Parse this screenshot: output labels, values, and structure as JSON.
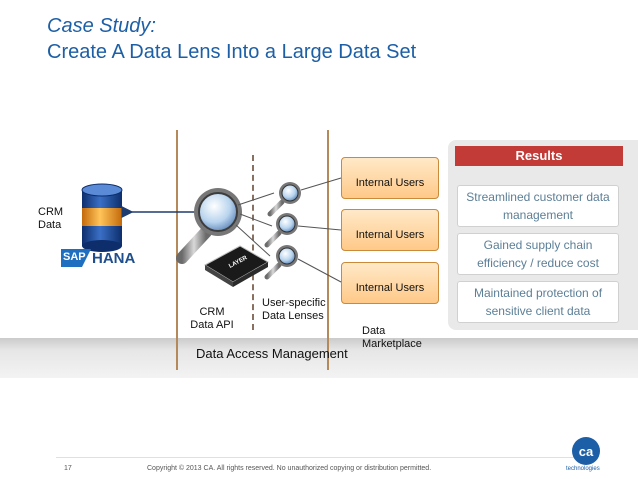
{
  "slide": {
    "title_line1": "Case Study:",
    "title_line2": "Create A Data Lens Into a Large Data Set"
  },
  "diagram": {
    "crm_label": "CRM\nData",
    "sap_brand": "SAP",
    "hana_label": "HANA",
    "users": [
      "Internal Users",
      "Internal Users",
      "Internal Users"
    ],
    "chip_brand": "LAYER",
    "crm_api_label": "CRM\nData API",
    "lenses_label": "User-specific\nData Lenses",
    "marketplace_label": "Data\nMarketplace",
    "access_label": "Data Access Management"
  },
  "results": {
    "header": "Results",
    "items": [
      "Streamlined customer data management",
      "Gained supply chain efficiency / reduce cost",
      "Maintained protection of sensitive client data"
    ]
  },
  "footer": {
    "page_number": "17",
    "copyright": "Copyright © 2013 CA. All rights reserved. No unauthorized copying or distribution permitted.",
    "logo_text": "ca",
    "logo_subtext": "technologies"
  },
  "colors": {
    "title_blue": "#1d5fa6",
    "results_red": "#c23b37",
    "results_text": "#5b7f97",
    "orange": "#f59a1f"
  }
}
